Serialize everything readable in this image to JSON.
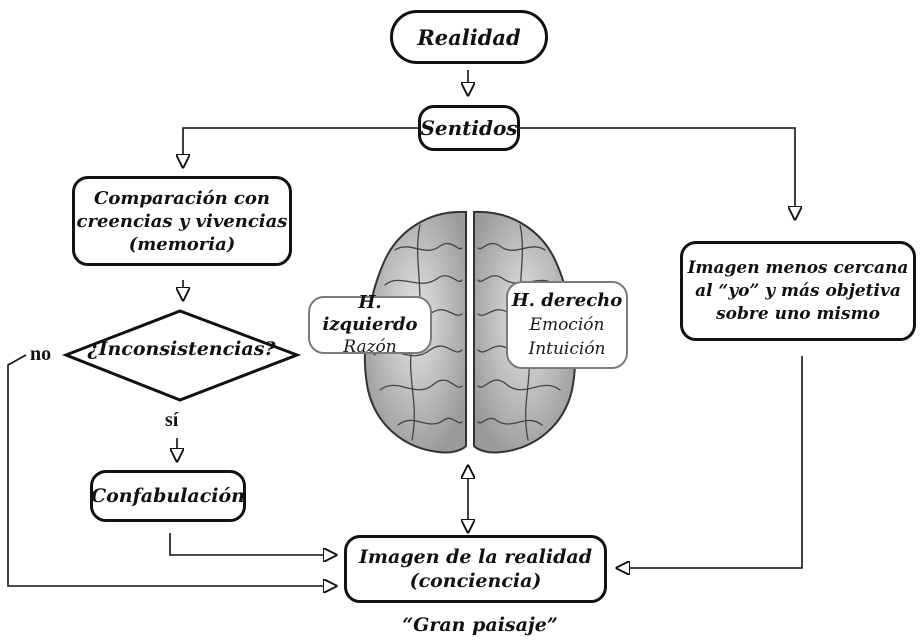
{
  "nodes": {
    "reality": "Realidad",
    "senses": "Sentidos",
    "comparison": [
      "Comparación con",
      "creencias y vivencias",
      "(memoria)"
    ],
    "inconsistencies": "¿Inconsistencias?",
    "confabulation": "Confabulación",
    "image_reality": [
      "Imagen de la realidad",
      "(conciencia)"
    ],
    "image_objective": [
      "Imagen menos cercana",
      "al “yo” y más objetiva",
      "sobre uno mismo"
    ],
    "left_hemisphere": {
      "title": "H. izquierdo",
      "sub": "Razón"
    },
    "right_hemisphere": {
      "title": "H. derecho",
      "sub1": "Emoción",
      "sub2": "Intuición"
    }
  },
  "edge_labels": {
    "no": "no",
    "yes": "sí"
  },
  "caption": "“Gran paisaje”",
  "illustration": "brain (top view)"
}
